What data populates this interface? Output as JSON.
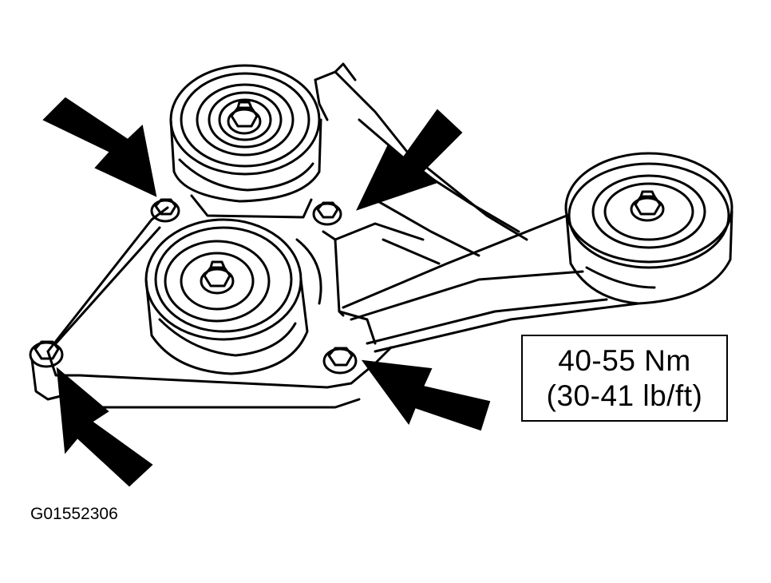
{
  "torque_spec": {
    "metric": "40-55 Nm",
    "imperial": "(30-41 lb/ft)"
  },
  "figure_id": "G01552306",
  "colors": {
    "ink": "#000000",
    "paper": "#ffffff"
  }
}
